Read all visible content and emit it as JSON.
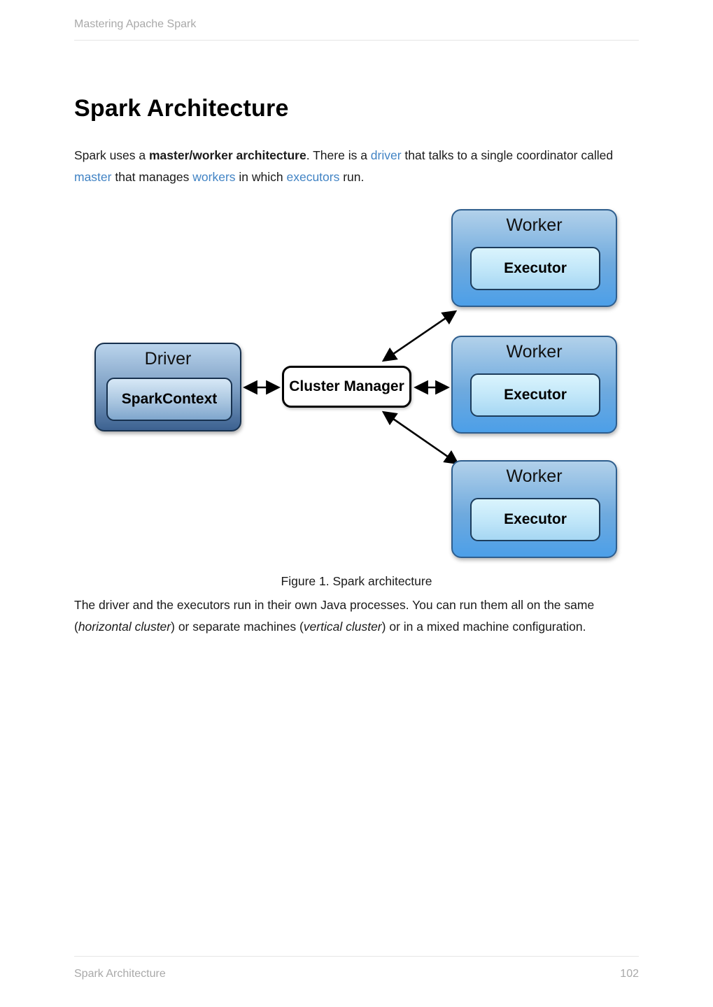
{
  "page": {
    "header": {
      "book_title": "Mastering Apache Spark"
    },
    "footer": {
      "chapter_title": "Spark Architecture",
      "page_number": "102"
    }
  },
  "article": {
    "title": "Spark Architecture",
    "intro": {
      "segments": [
        {
          "text": "Spark uses a ",
          "style": "plain"
        },
        {
          "text": "master/worker architecture",
          "style": "bold"
        },
        {
          "text": ". There is a ",
          "style": "plain"
        },
        {
          "text": "driver",
          "style": "link"
        },
        {
          "text": " that talks to a single coordinator called ",
          "style": "plain"
        },
        {
          "text": "master",
          "style": "link"
        },
        {
          "text": " that manages ",
          "style": "plain"
        },
        {
          "text": "workers",
          "style": "link"
        },
        {
          "text": " in which ",
          "style": "plain"
        },
        {
          "text": "executors",
          "style": "link"
        },
        {
          "text": " run.",
          "style": "plain"
        }
      ]
    },
    "figure": {
      "caption": "Figure 1. Spark architecture",
      "diagram": {
        "driver": {
          "label": "Driver",
          "inner_label": "SparkContext"
        },
        "cluster_manager": {
          "label": "Cluster Manager"
        },
        "workers": [
          {
            "label": "Worker",
            "inner_label": "Executor"
          },
          {
            "label": "Worker",
            "inner_label": "Executor"
          },
          {
            "label": "Worker",
            "inner_label": "Executor"
          }
        ],
        "connections": [
          "driver <-> cluster_manager",
          "cluster_manager <-> worker_1",
          "cluster_manager <-> worker_2",
          "cluster_manager <-> worker_3"
        ],
        "colors": {
          "driver_gradient_top": "#bad4ec",
          "driver_gradient_bottom": "#3c6190",
          "sparkcontext_gradient_top": "#d7e8f6",
          "sparkcontext_gradient_bottom": "#7fa6cd",
          "worker_gradient_top": "#b2d1ea",
          "worker_gradient_bottom": "#4c9fe8",
          "executor_gradient_top": "#daf4fd",
          "executor_gradient_bottom": "#a6d7f3",
          "cluster_manager_fill": "#ffffff",
          "arrow": "#000000",
          "link": "#4183c4"
        }
      }
    },
    "body": {
      "segments": [
        {
          "text": "The driver and the executors run in their own Java processes. You can run them all on the same (",
          "style": "plain"
        },
        {
          "text": "horizontal cluster",
          "style": "italic"
        },
        {
          "text": ") or separate machines (",
          "style": "plain"
        },
        {
          "text": "vertical cluster",
          "style": "italic"
        },
        {
          "text": ") or in a mixed machine configuration.",
          "style": "plain"
        }
      ]
    }
  }
}
